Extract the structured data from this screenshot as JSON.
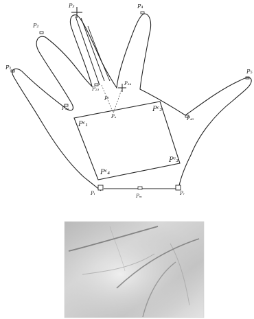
{
  "diagram": {
    "finger_tips": {
      "p1": "P₁",
      "p2": "P₂",
      "p3": "P₃",
      "p4": "P₄",
      "p5": "P₅"
    },
    "valleys": {
      "v12": "P₁₂",
      "v23": "P₂₃",
      "v34": "P₃₄",
      "v45": "P₄₅"
    },
    "mid_labels": {
      "pc": "Pᶜ",
      "pu": "Pᵤ",
      "pm": "Pₘ"
    },
    "roi_corners": {
      "c1": "Pᶜ₁",
      "c2": "Pᶜ₂",
      "c3": "Pᶜ₃",
      "c4": "Pᶜ₄"
    },
    "base_points": {
      "left": "Pₗ",
      "right": "Pᵣ"
    }
  },
  "colors": {
    "line": "#222222",
    "marker": "#222222"
  }
}
